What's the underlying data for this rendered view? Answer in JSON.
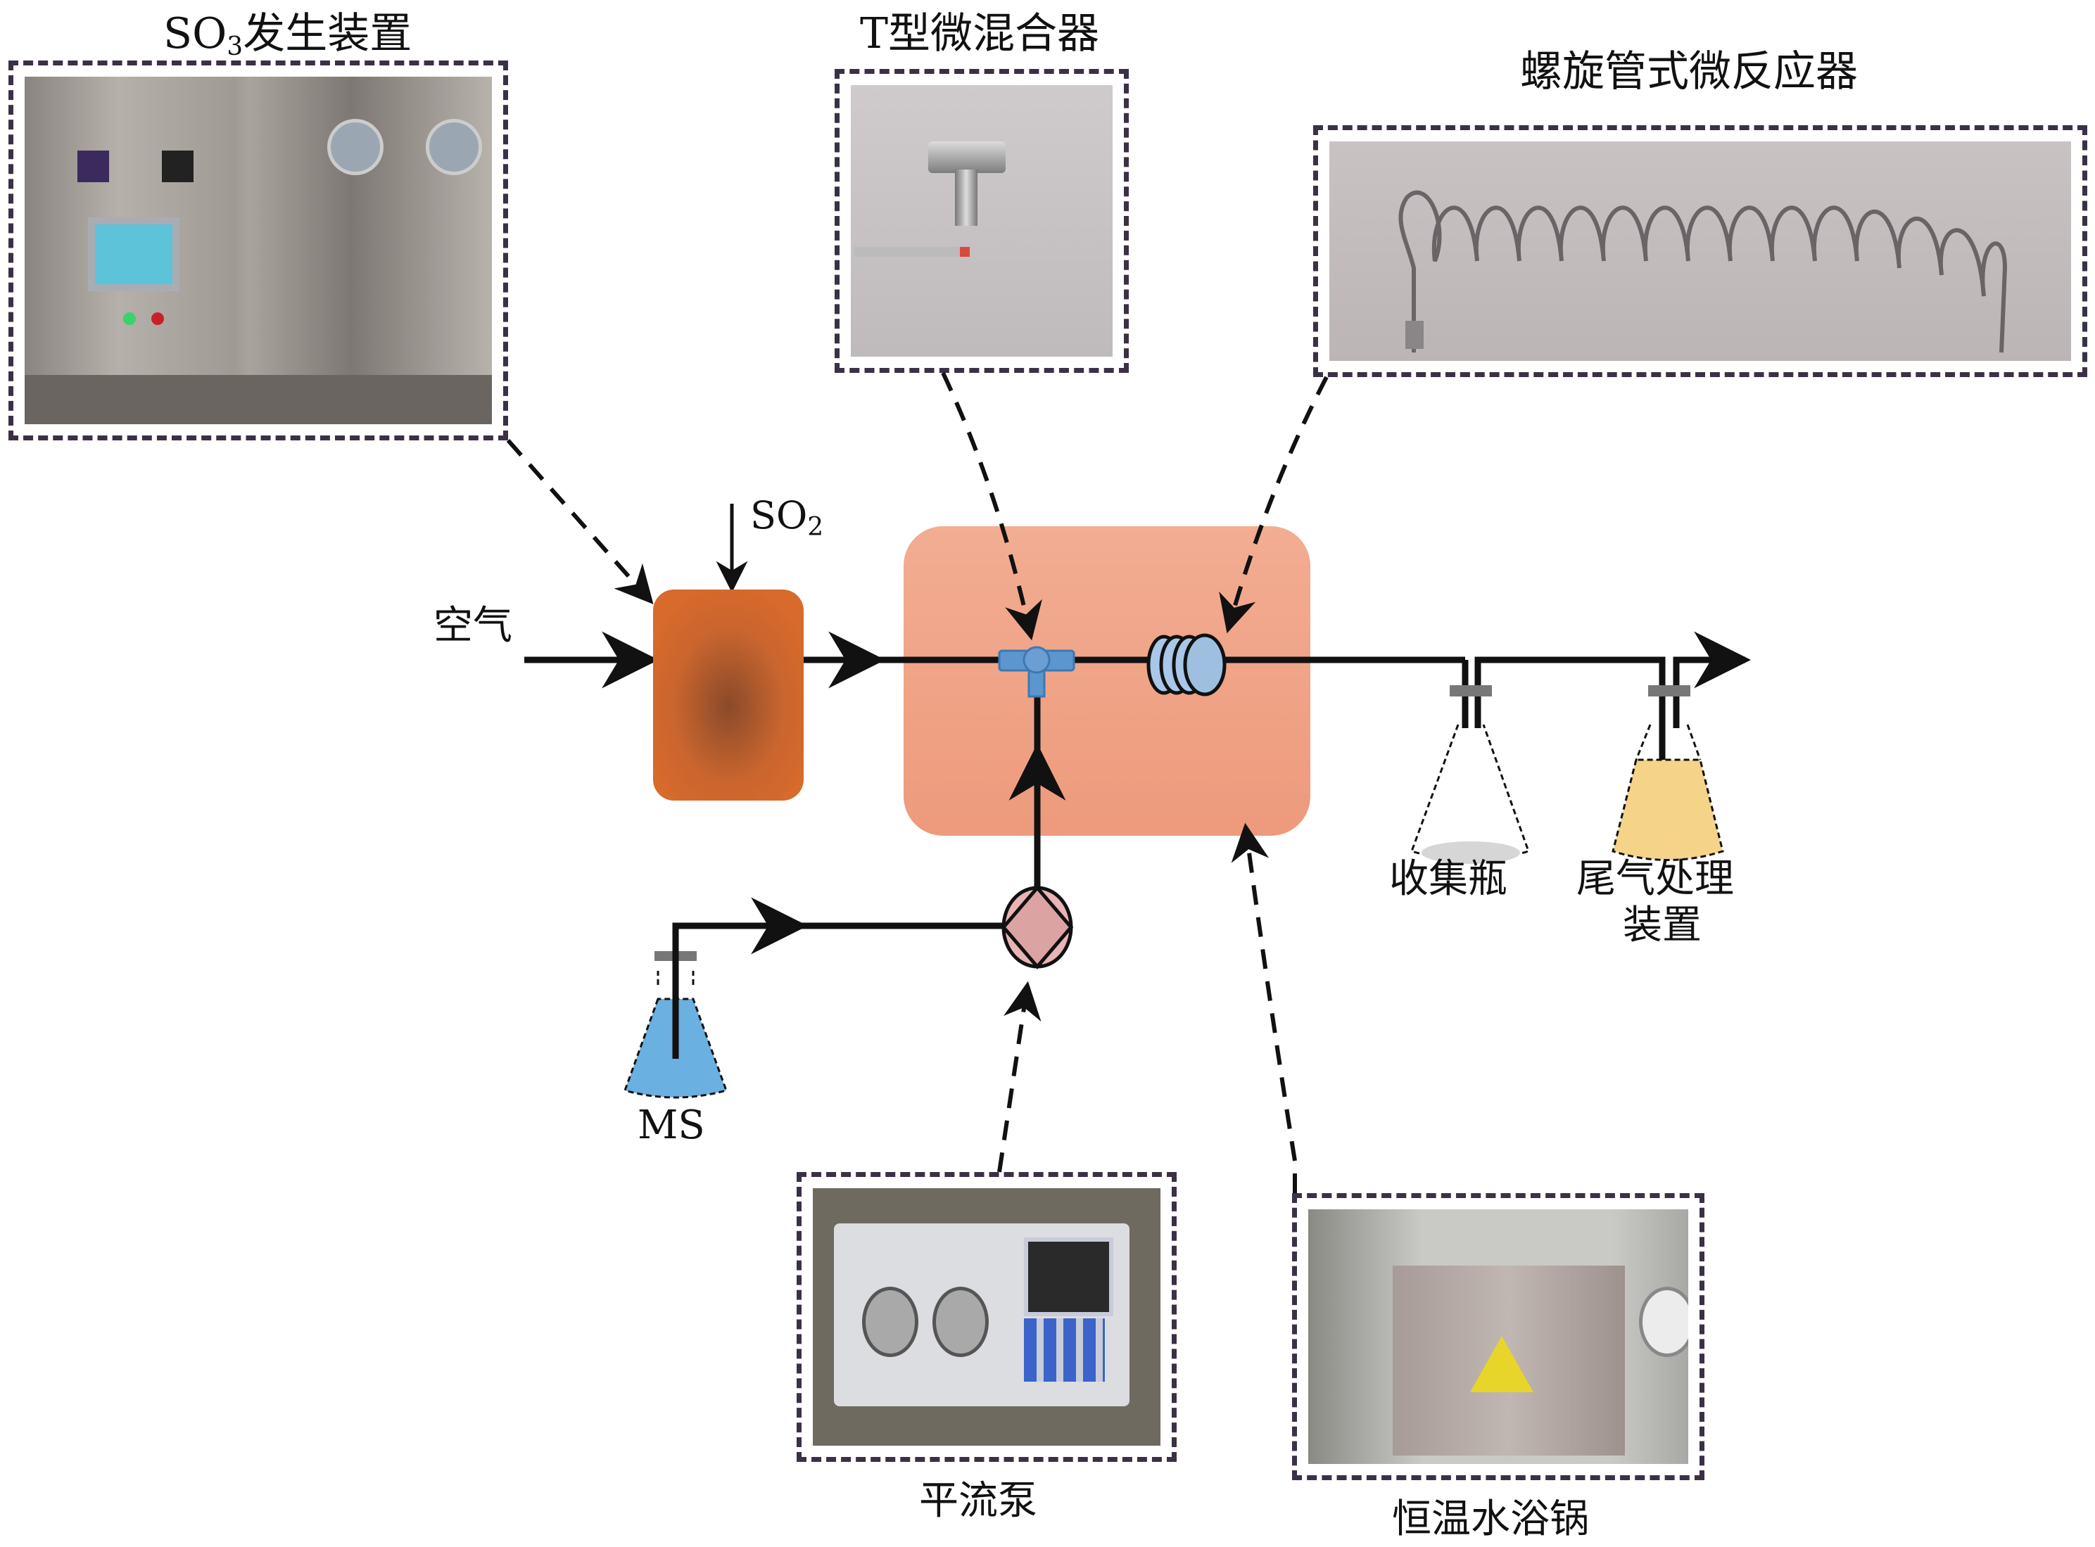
{
  "labels": {
    "so3_generator": "SO",
    "so3_sub": "3",
    "so3_suffix": "发生装置",
    "t_mixer": "T型微混合器",
    "coil_reactor": "螺旋管式微反应器",
    "so2": "SO",
    "so2_sub": "2",
    "air": "空气",
    "collection_flask": "收集瓶",
    "tail_gas_line1": "尾气处理",
    "tail_gas_line2": "装置",
    "ms": "MS",
    "pump": "平流泵",
    "water_bath": "恒温水浴锅"
  },
  "colors": {
    "generator": "#d2622d",
    "bath_zone": "#f0a080",
    "mixer": "#5b96cf",
    "coil": "#a9c7e8",
    "pump": "#e3a4a4",
    "ms_liquid": "#6ab0e0",
    "tail_liquid": "#f5d48a",
    "frame_dash": "#3b3046"
  }
}
